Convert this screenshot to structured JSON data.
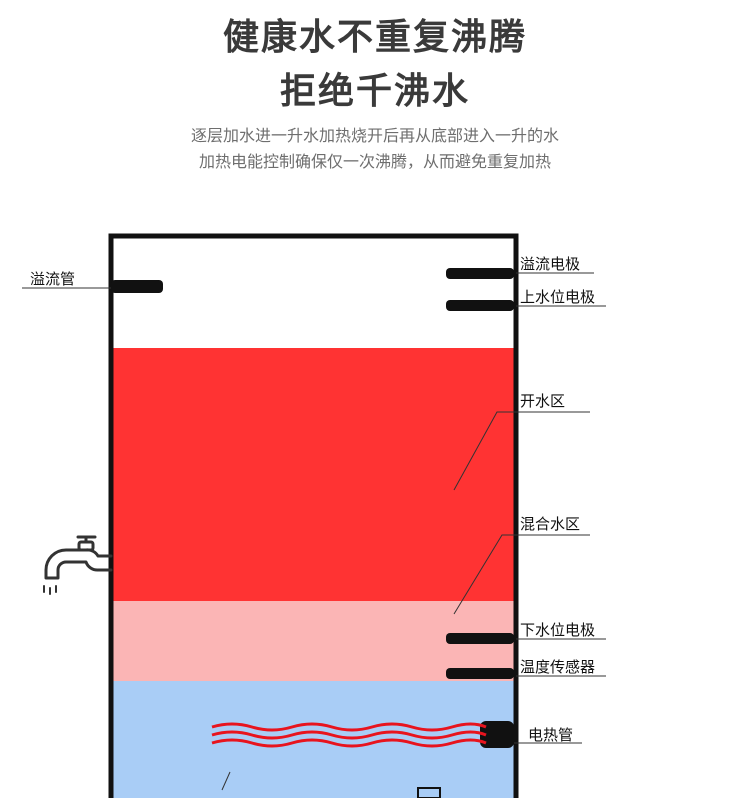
{
  "header": {
    "title_line1": "健康水不重复沸腾",
    "title_line2": "拒绝千沸水",
    "subtitle_line1": "逐层加水进一升水加热烧开后再从底部进入一升的水",
    "subtitle_line2": "加热电能控制确保仅一次沸腾，从而避免重复加热"
  },
  "labels": {
    "overflow_pipe": "溢流管",
    "overflow_electrode": "溢流电极",
    "upper_level_electrode": "上水位电极",
    "boiling_zone": "开水区",
    "mixed_zone": "混合水区",
    "lower_level_electrode": "下水位电极",
    "temperature_sensor": "温度传感器",
    "heating_tube": "电热管"
  },
  "colors": {
    "boiling_zone": "#ff3333",
    "mixed_zone": "#fbb5b5",
    "cold_zone": "#a9cdf6",
    "heater_wire": "#e8141e",
    "tank_outline": "#111111"
  }
}
